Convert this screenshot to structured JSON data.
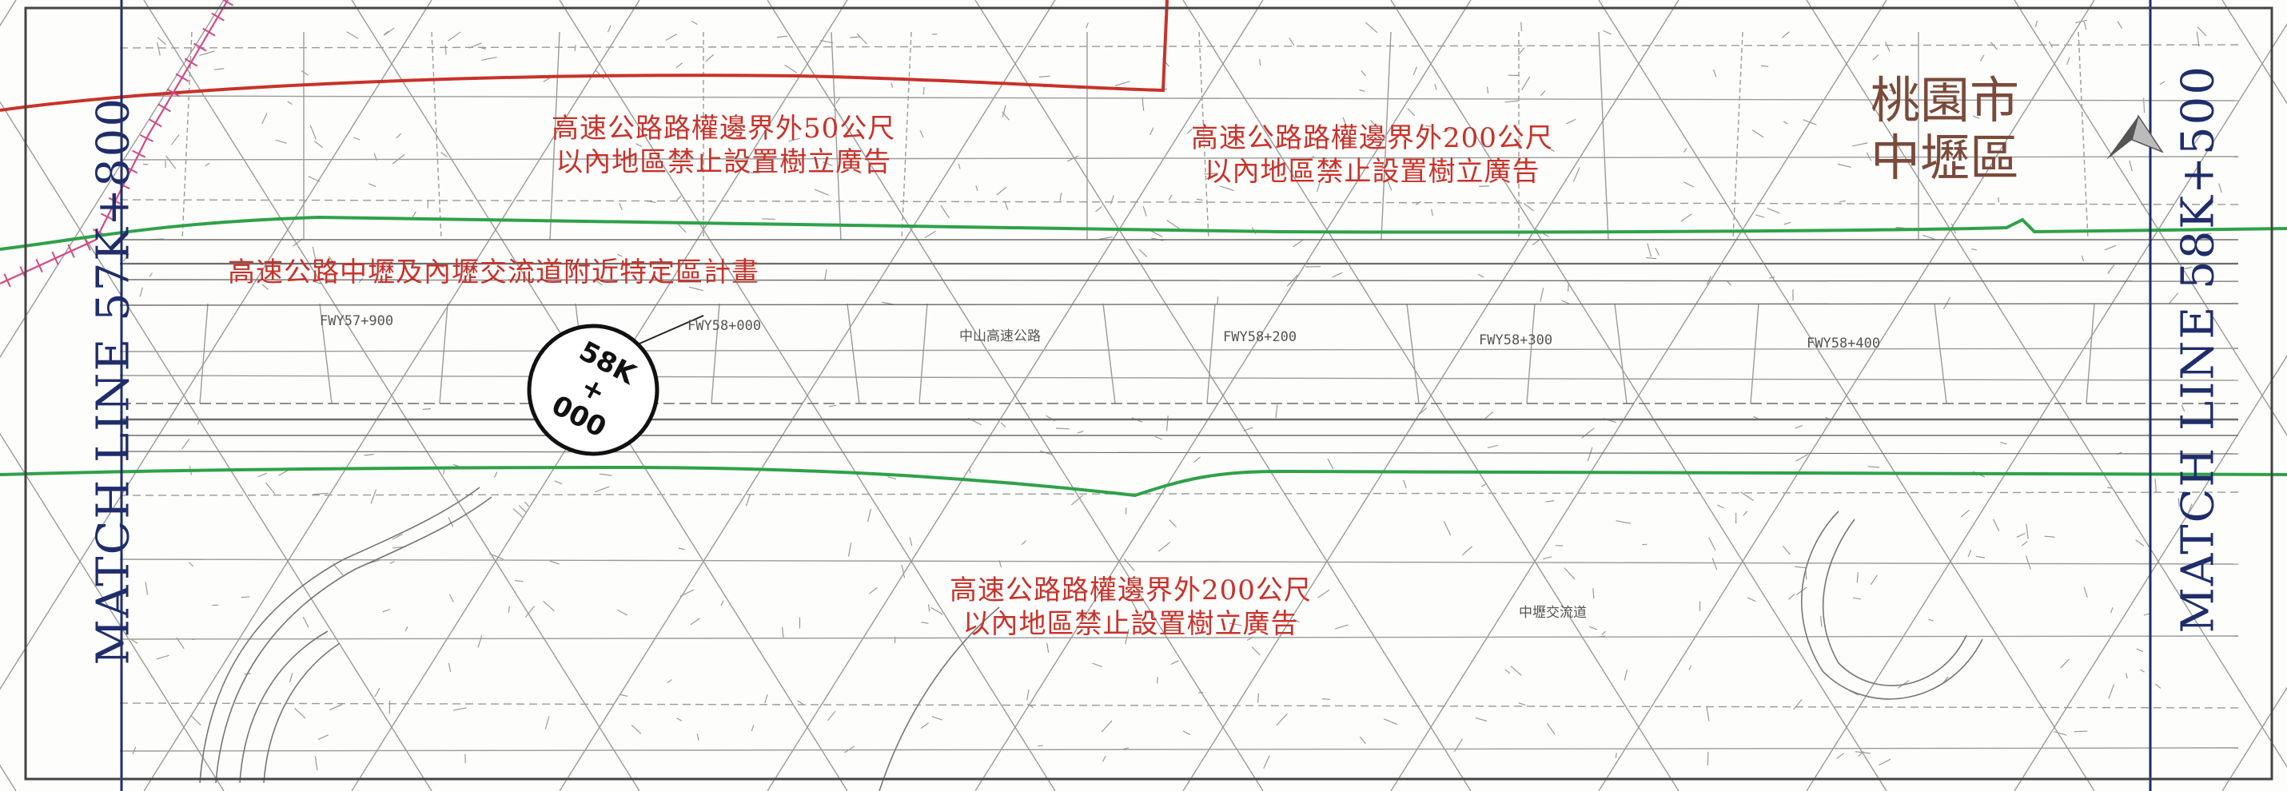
{
  "annotations": {
    "buffer50": [
      "高速公路路權邊界外50公尺",
      "以內地區禁止設置樹立廣告"
    ],
    "buffer200_north": [
      "高速公路路權邊界外200公尺",
      "以內地區禁止設置樹立廣告"
    ],
    "buffer200_south": [
      "高速公路路權邊界外200公尺",
      "以內地區禁止設置樹立廣告"
    ],
    "special_plan": "高速公路中壢及內壢交流道附近特定區計畫"
  },
  "district": {
    "city": "桃園市",
    "area": "中壢區"
  },
  "match_lines": {
    "left": "MATCH LINE 57K+800",
    "right": "MATCH LINE 58K+500"
  },
  "chainage": {
    "km": "58K",
    "plus": "+",
    "m": "000"
  },
  "small_labels": {
    "station_58": "FWY58+000",
    "station_58_200": "FWY58+200",
    "station_58_300": "FWY58+300",
    "station_58_400": "FWY58+400",
    "station_57_900": "FWY57+900",
    "road_name": "中山高速公路",
    "interchange": "中壢交流道"
  },
  "colors": {
    "boundary_red": "#c8322a",
    "buffer_green": "#2fa14a",
    "match_line_navy": "#1f2d6b",
    "magenta": "#d14a86"
  }
}
